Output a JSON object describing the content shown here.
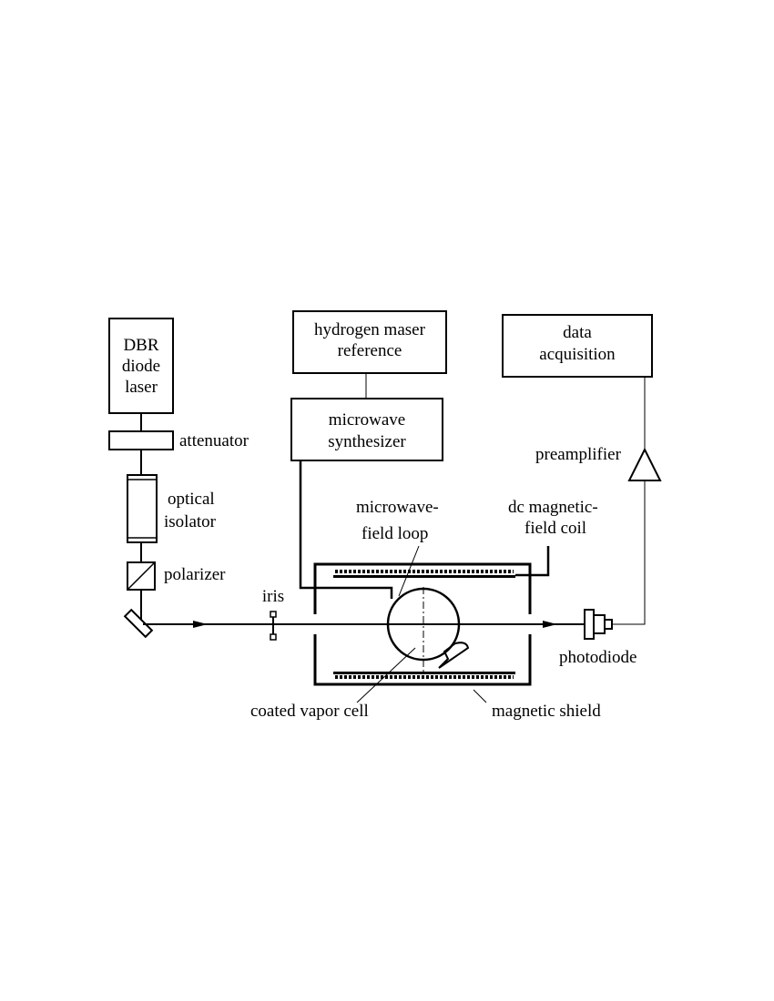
{
  "labels": {
    "laser_line1": "DBR",
    "laser_line2": "diode",
    "laser_line3": "laser",
    "attenuator": "attenuator",
    "isolator_line1": "optical",
    "isolator_line2": "isolator",
    "polarizer": "polarizer",
    "iris": "iris",
    "maser_line1": "hydrogen maser",
    "maser_line2": "reference",
    "synth_line1": "microwave",
    "synth_line2": "synthesizer",
    "loop_line1": "microwave-",
    "loop_line2": "field loop",
    "coil_line1": "dc magnetic-",
    "coil_line2": "field coil",
    "daq_line1": "data",
    "daq_line2": "acquisition",
    "preamplifier": "preamplifier",
    "photodiode": "photodiode",
    "vapor_cell": "coated vapor cell",
    "shield": "magnetic shield"
  }
}
